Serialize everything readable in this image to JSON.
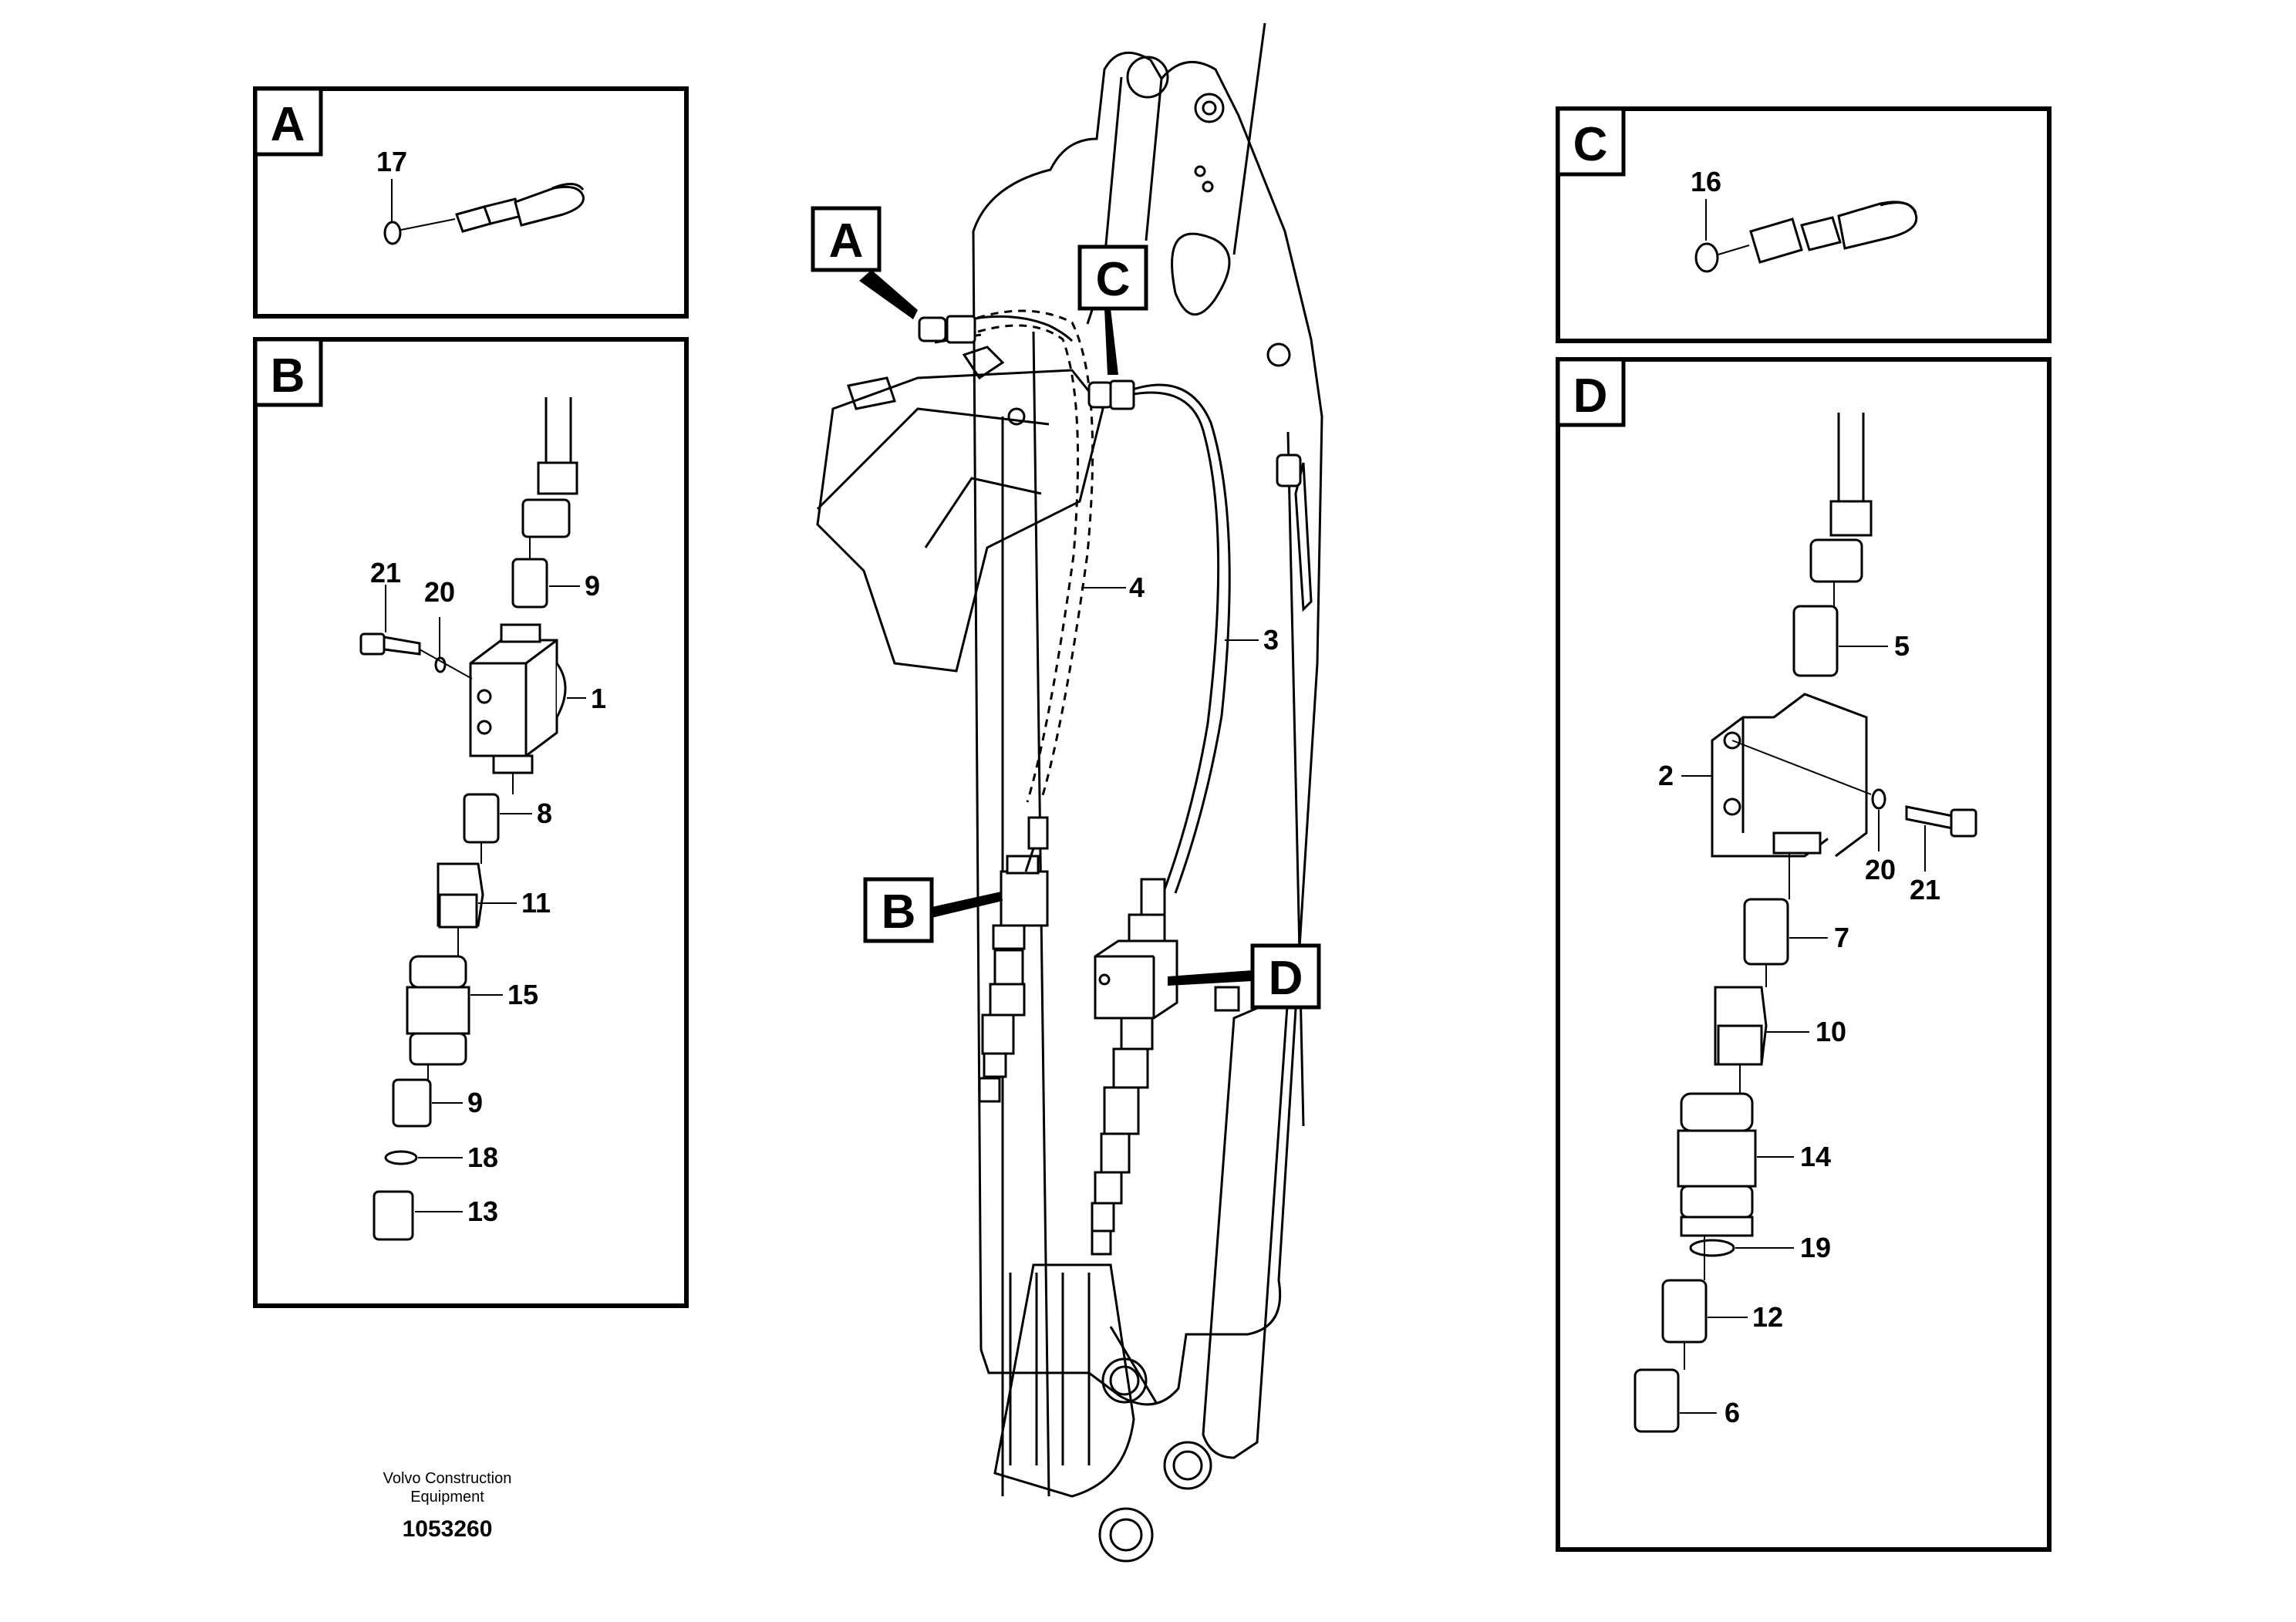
{
  "footer": {
    "company_line1": "Volvo Construction",
    "company_line2": "Equipment",
    "drawing_number": "1053260"
  },
  "panels": {
    "A": {
      "letter": "A",
      "parts": [
        "17"
      ]
    },
    "B": {
      "letter": "B",
      "parts": [
        "21",
        "20",
        "9",
        "1",
        "8",
        "11",
        "15",
        "9",
        "18",
        "13"
      ]
    },
    "C": {
      "letter": "C",
      "parts": [
        "16"
      ]
    },
    "D": {
      "letter": "D",
      "parts": [
        "5",
        "2",
        "20",
        "21",
        "7",
        "10",
        "14",
        "19",
        "12",
        "6"
      ]
    }
  },
  "main_view": {
    "callouts": [
      "A",
      "B",
      "C",
      "D"
    ],
    "parts": [
      "4",
      "3"
    ]
  }
}
